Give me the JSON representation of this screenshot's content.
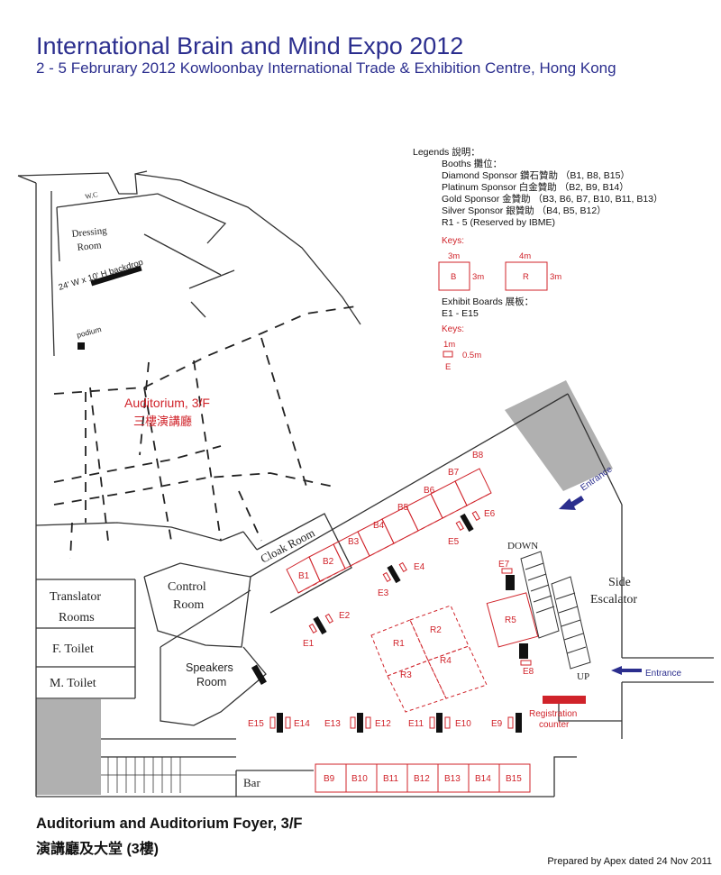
{
  "header": {
    "title": "International Brain and Mind Expo 2012",
    "subtitle": "2 - 5 Februrary 2012 Kowloonbay International Trade & Exhibition Centre, Hong Kong"
  },
  "legend": {
    "heading": "Legends 說明：",
    "booths_label": "Booths 攤位：",
    "diamond": "Diamond Sponsor 鑽石贊助 （B1, B8, B15）",
    "platinum": "Platinum Sponsor  白金贊助 （B2, B9, B14）",
    "gold": "Gold Sponsor  金贊助 （B3, B6, B7, B10, B11, B13）",
    "silver": "Silver Sponsor  銀贊助 （B4, B5, B12）",
    "reserved": "R1 - 5 (Reserved by IBME)",
    "keys_label": "Keys:",
    "key_b_width": "3m",
    "key_b_height": "3m",
    "key_b_label": "B",
    "key_r_width": "4m",
    "key_r_height": "3m",
    "key_r_label": "R",
    "boards_label": "Exhibit Boards 展板：",
    "boards_range": "E1 - E15",
    "keys2_label": "Keys:",
    "key_e_width": "1m",
    "key_e_height": "0.5m",
    "key_e_label": "E"
  },
  "rooms": {
    "wc": "W.C",
    "dressing_1": "Dressing",
    "dressing_2": "Room",
    "backdrop": "24' W x 10' H backdrop",
    "podium": "podium",
    "auditorium_en": "Auditorium, 3/F",
    "auditorium_zh": "三樓演講廳",
    "cloak": "Cloak Room",
    "control_1": "Control",
    "control_2": "Room",
    "translator_1": "Translator",
    "translator_2": "Rooms",
    "f_toilet": "F. Toilet",
    "m_toilet": "M. Toilet",
    "speakers_1": "Speakers",
    "speakers_2": "Room",
    "bar": "Bar",
    "down": "DOWN",
    "up": "UP",
    "side_1": "Side",
    "side_2": "Escalator",
    "entrance_top": "Entrance",
    "entrance_right": "Entrance",
    "registration_1": "Registration",
    "registration_2": "counter"
  },
  "booths": {
    "diagonal": [
      "B1",
      "B2",
      "B3",
      "B4",
      "B5",
      "B6",
      "B7",
      "B8"
    ],
    "bottom": [
      "B9",
      "B10",
      "B11",
      "B12",
      "B13",
      "B14",
      "B15"
    ],
    "reserved": [
      "R1",
      "R2",
      "R3",
      "R4",
      "R5"
    ]
  },
  "boards": [
    "E1",
    "E2",
    "E3",
    "E4",
    "E5",
    "E6",
    "E7",
    "E8",
    "E9",
    "E10",
    "E11",
    "E12",
    "E13",
    "E14",
    "E15"
  ],
  "colors": {
    "title": "#2b2e8e",
    "booth": "#d0232a",
    "wall": "#333333",
    "shade": "#b0b0b0"
  },
  "footer": {
    "en": "Auditorium and Auditorium Foyer, 3/F",
    "zh": "演講廳及大堂 (3樓)",
    "prepared": "Prepared by Apex dated 24 Nov 2011"
  }
}
